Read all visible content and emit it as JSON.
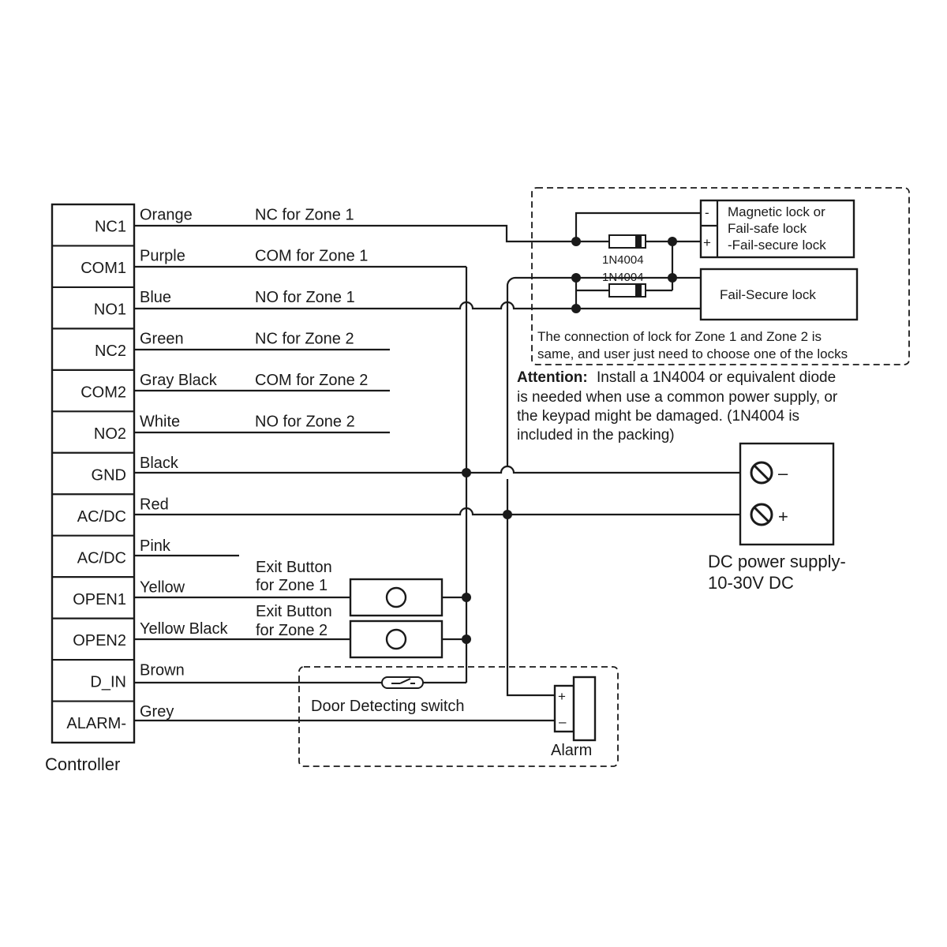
{
  "controller": {
    "label": "Controller",
    "terminals": [
      "NC1",
      "COM1",
      "NO1",
      "NC2",
      "COM2",
      "NO2",
      "GND",
      "AC/DC",
      "AC/DC",
      "OPEN1",
      "OPEN2",
      "D_IN",
      "ALARM-"
    ]
  },
  "wires": [
    {
      "color": "Orange",
      "function": "NC for Zone 1"
    },
    {
      "color": "Purple",
      "function": "COM for Zone 1"
    },
    {
      "color": "Blue",
      "function": "NO for Zone 1"
    },
    {
      "color": "Green",
      "function": "NC for Zone 2"
    },
    {
      "color": "Gray Black",
      "function": "COM for Zone 2"
    },
    {
      "color": "White",
      "function": "NO for Zone 2"
    },
    {
      "color": "Black",
      "function": ""
    },
    {
      "color": "Red",
      "function": ""
    },
    {
      "color": "Pink",
      "function": ""
    },
    {
      "color": "Yellow",
      "function": ""
    },
    {
      "color": "Yellow Black",
      "function": ""
    },
    {
      "color": "Brown",
      "function": ""
    },
    {
      "color": "Grey",
      "function": ""
    }
  ],
  "locks": {
    "minus": "-",
    "plus": "+",
    "magnetic": [
      "Magnetic lock or",
      "Fail-safe lock",
      "-Fail-secure lock"
    ],
    "fail_secure": "Fail-Secure lock",
    "diode": "1N4004",
    "note": [
      "The connection of lock for Zone 1 and Zone 2 is",
      "same, and user just need to choose one of the locks"
    ]
  },
  "attention": {
    "title": "Attention:",
    "lines": [
      "Install a 1N4004 or equivalent diode",
      "is needed when use a common power supply, or",
      "the keypad might be damaged. (1N4004 is",
      "included in the packing)"
    ]
  },
  "power_supply": {
    "minus": "–",
    "plus": "+",
    "label": [
      "DC power supply-",
      "10-30V DC"
    ]
  },
  "exit_buttons": [
    {
      "label": [
        "Exit Button",
        "for Zone 1"
      ]
    },
    {
      "label": [
        "Exit Button",
        "for Zone 2"
      ]
    }
  ],
  "door_switch": {
    "label": "Door Detecting switch"
  },
  "alarm": {
    "label": "Alarm",
    "plus": "+",
    "minus": "–"
  },
  "icons": {
    "push_button": "push-button-icon",
    "reed_switch": "reed-switch-icon",
    "screw_terminal": "screw-terminal-icon",
    "diode": "diode-icon"
  }
}
